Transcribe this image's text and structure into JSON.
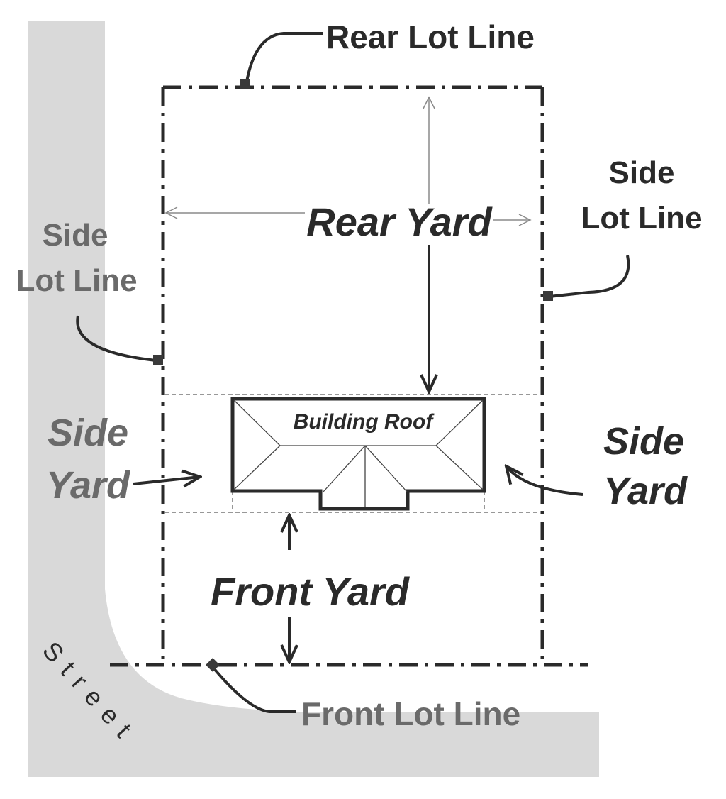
{
  "labels": {
    "rear_lot_line": "Rear Lot Line",
    "side_lot_line_right_1": "Side",
    "side_lot_line_right_2": "Lot Line",
    "side_lot_line_left_1": "Side",
    "side_lot_line_left_2": "Lot Line",
    "rear_yard": "Rear Yard",
    "building_roof": "Building Roof",
    "side_yard_left_1": "Side",
    "side_yard_left_2": "Yard",
    "side_yard_right_1": "Side",
    "side_yard_right_2": "Yard",
    "front_yard": "Front Yard",
    "front_lot_line": "Front Lot Line",
    "street": "Street"
  },
  "colors": {
    "street": "#d9d9d9",
    "line": "#2a2a2a",
    "thin_arrow": "#8a8a8a"
  }
}
